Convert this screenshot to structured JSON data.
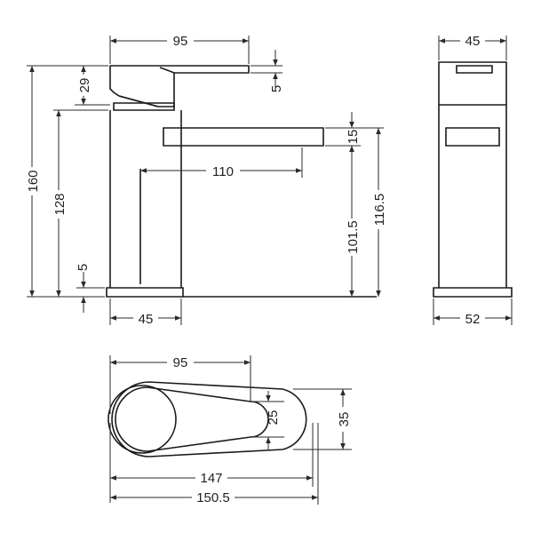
{
  "drawing": {
    "line_color": "#1a1a1a",
    "front_view": {
      "width_top": "95",
      "lever_height": "29",
      "lever_gap": "5",
      "total_height": "160",
      "body_height": "128",
      "spout_reach": "110",
      "spout_thickness": "15",
      "base_thickness": "5",
      "base_width": "45",
      "spout_height_low": "101.5",
      "spout_height_high": "116.5"
    },
    "side_view": {
      "top_width": "45",
      "base_width": "52"
    },
    "top_view": {
      "lever_length": "95",
      "lever_width": "25",
      "handle_width": "35",
      "length_inner": "147",
      "length_total": "150.5"
    }
  }
}
